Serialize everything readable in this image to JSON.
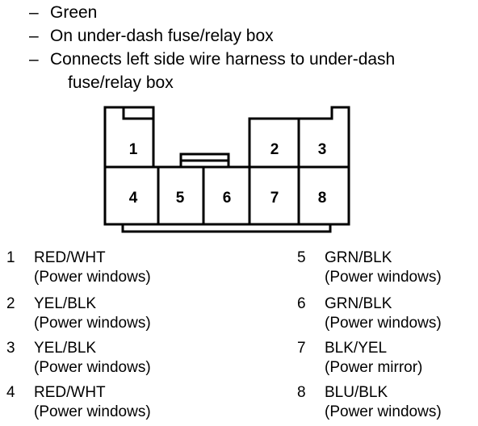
{
  "header": {
    "lines": [
      {
        "dash": "–",
        "text": "Green"
      },
      {
        "dash": "–",
        "text": "On under-dash fuse/relay box"
      },
      {
        "dash": "–",
        "text": "Connects left side wire harness to under-dash"
      }
    ],
    "continuation": "fuse/relay box"
  },
  "connector": {
    "cavities": [
      "1",
      "2",
      "3",
      "4",
      "5",
      "6",
      "7",
      "8"
    ]
  },
  "pins": [
    {
      "num": "1",
      "color": "RED/WHT",
      "desc": "(Power windows)"
    },
    {
      "num": "2",
      "color": "YEL/BLK",
      "desc": "(Power windows)"
    },
    {
      "num": "3",
      "color": "YEL/BLK",
      "desc": "(Power windows)"
    },
    {
      "num": "4",
      "color": "RED/WHT",
      "desc": "(Power windows)"
    },
    {
      "num": "5",
      "color": "GRN/BLK",
      "desc": "(Power windows)"
    },
    {
      "num": "6",
      "color": "GRN/BLK",
      "desc": "(Power windows)"
    },
    {
      "num": "7",
      "color": "BLK/YEL",
      "desc": "(Power mirror)"
    },
    {
      "num": "8",
      "color": "BLU/BLK",
      "desc": "(Power windows)"
    }
  ]
}
